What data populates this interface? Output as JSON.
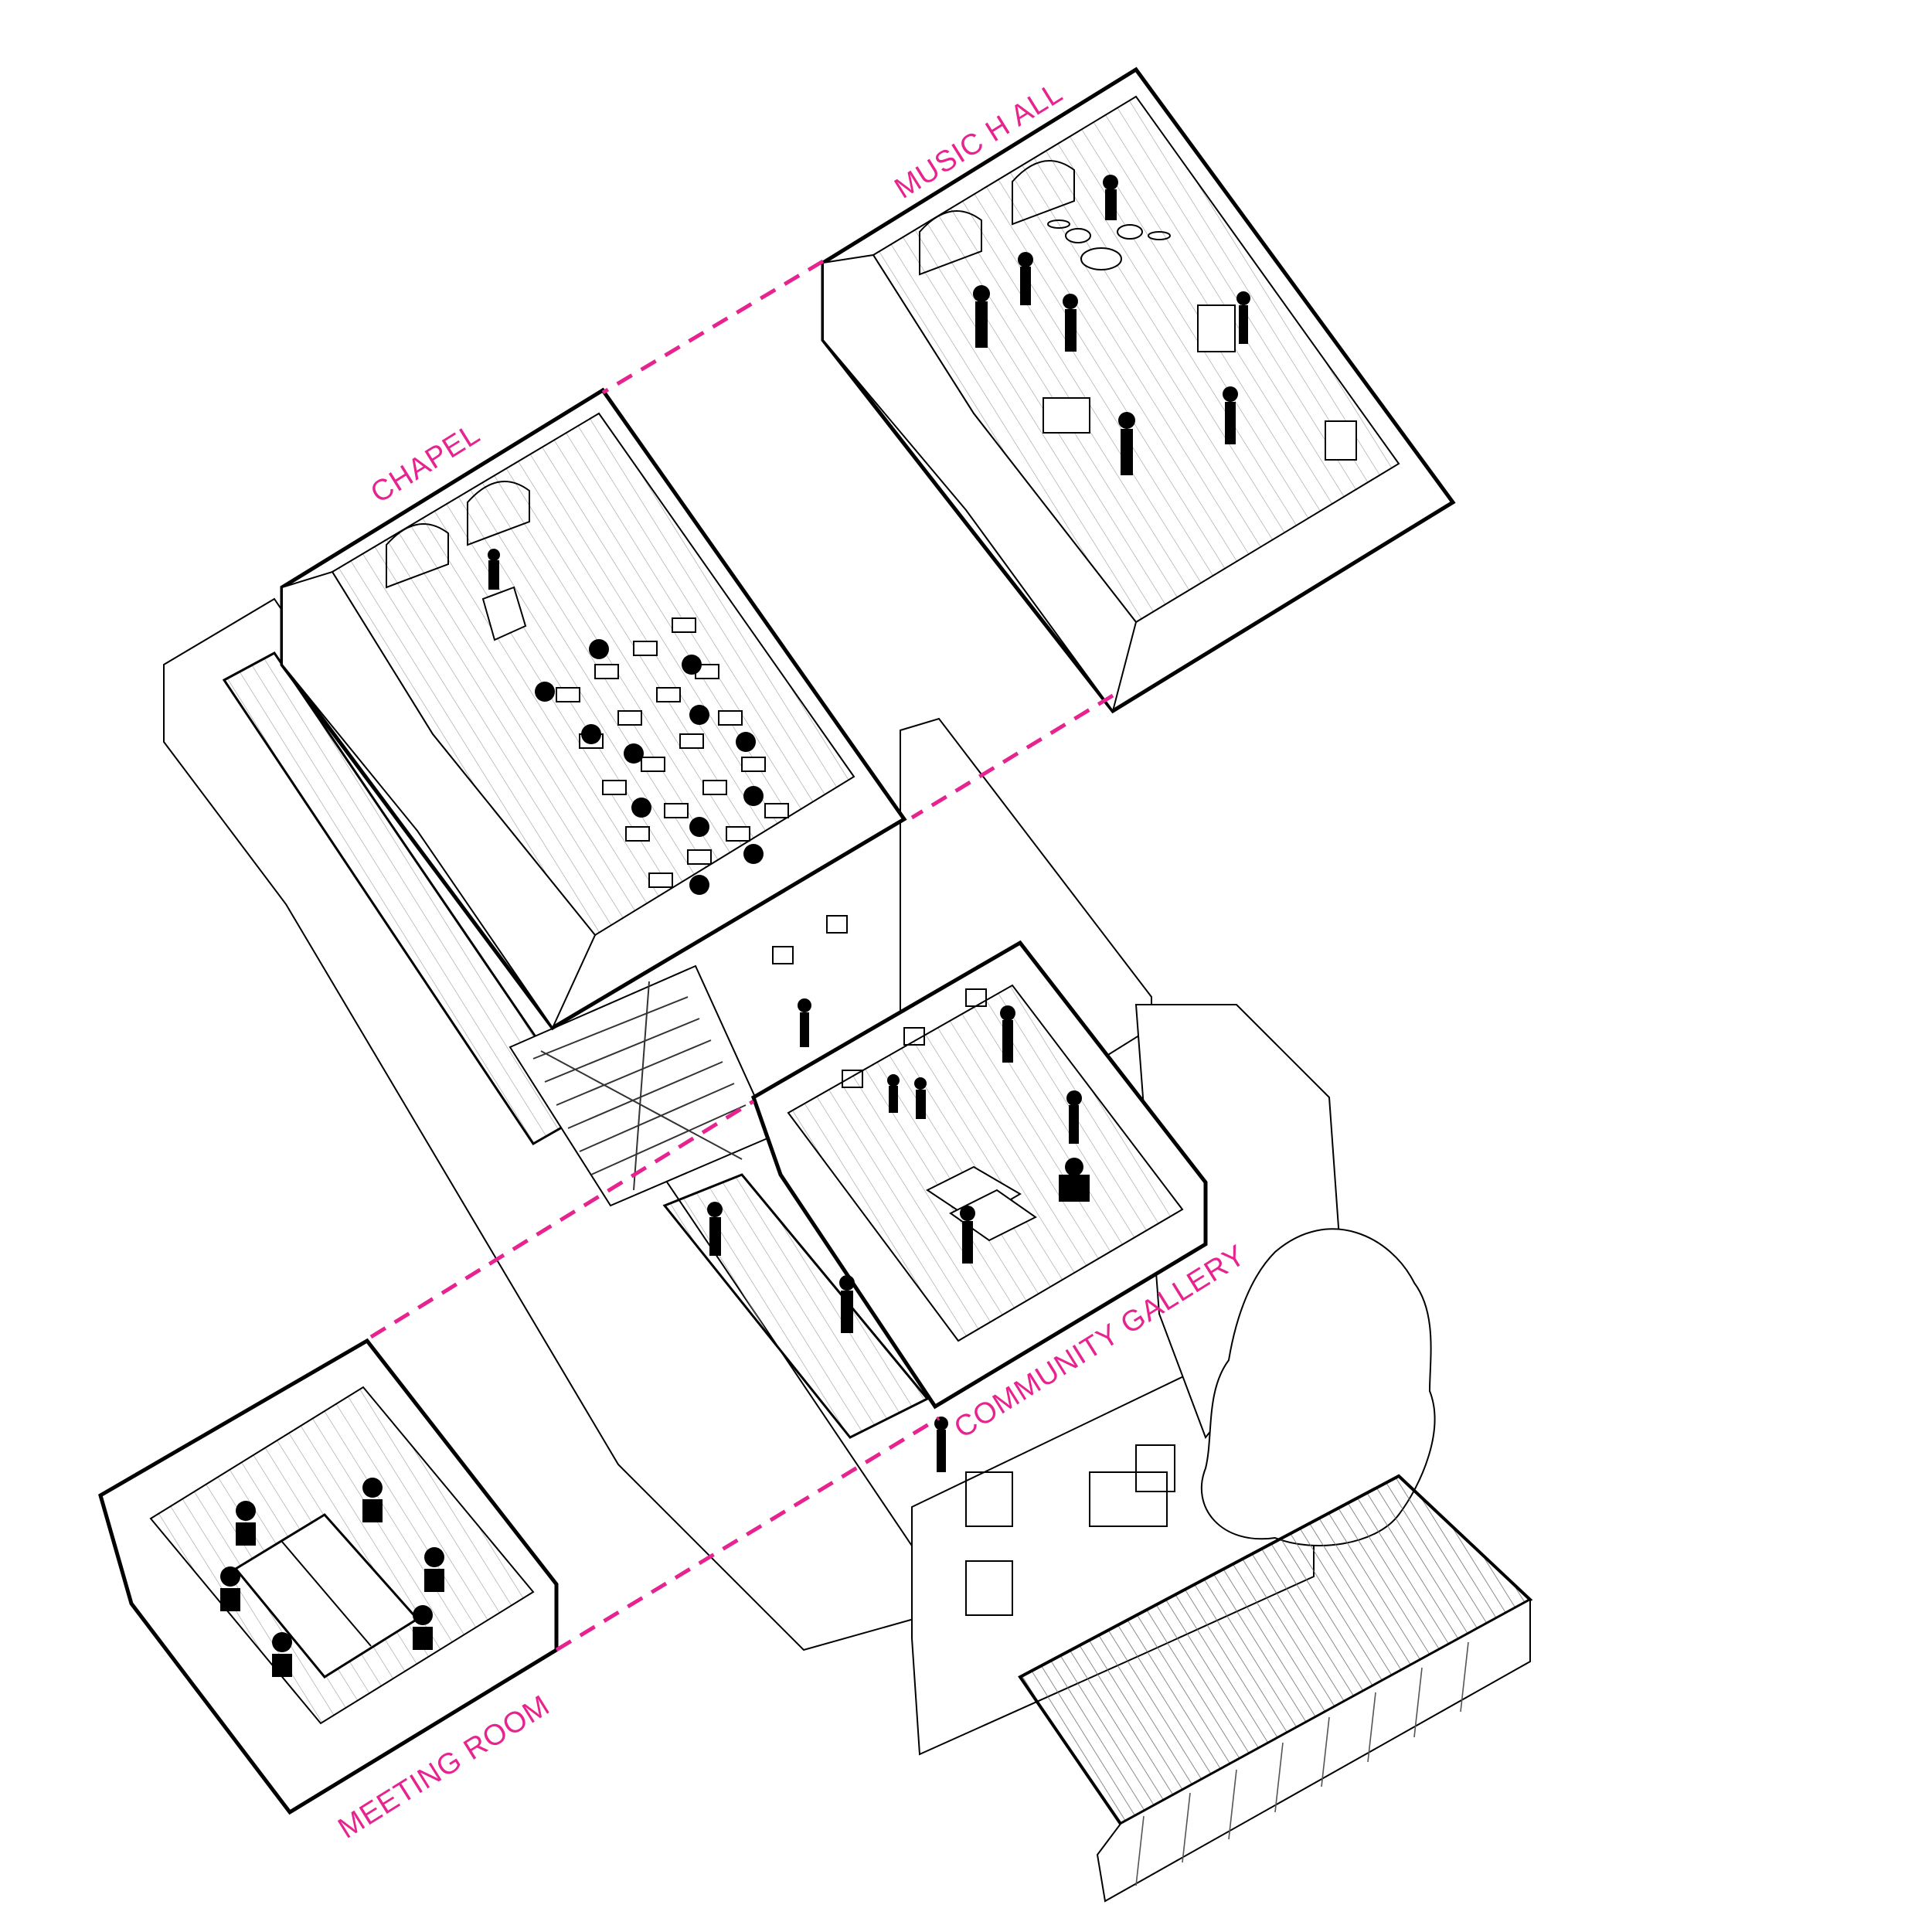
{
  "labels": {
    "music_hall": "MUSIC H ALL",
    "chapel": "CHAPEL",
    "community_gallery": "COMMUNITY GALLERY",
    "meeting_room": "MEETING ROOM"
  },
  "colors": {
    "accent": "#e6238f",
    "line": "#000000",
    "floor": "#f4f4f4",
    "hatch": "#9a9a9a"
  }
}
